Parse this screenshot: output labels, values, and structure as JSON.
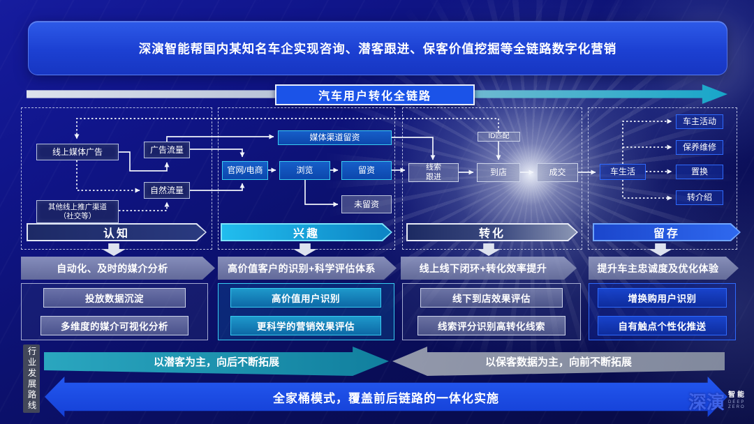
{
  "banner": {
    "title": "深演智能帮国内某知名车企实现咨询、潜客跟进、保客价值挖掘等全链路数字化营销"
  },
  "funnel_title": "汽车用户转化全链路",
  "stages": [
    {
      "label": "认知"
    },
    {
      "label": "兴趣"
    },
    {
      "label": "转化"
    },
    {
      "label": "留存"
    }
  ],
  "flow": {
    "awareness": {
      "online_media_ads": "线上媒体广告",
      "ad_traffic": "广告流量",
      "organic_traffic": "自然流量",
      "other_channels_line1": "其他线上推广渠道",
      "other_channels_line2": "（社交等）"
    },
    "interest": {
      "media_channel_leads": "媒体渠道留资",
      "official_site": "官网/电商",
      "browse": "浏览",
      "leads": "留资",
      "no_leads": "未留资"
    },
    "conversion": {
      "lead_followup_line1": "线索",
      "lead_followup_line2": "跟进",
      "id_match": "ID匹配",
      "store_visit": "到店",
      "deal": "成交"
    },
    "retention": {
      "car_life": "车生活",
      "owner_events": "车主活动",
      "maintenance": "保养维修",
      "replacement": "置换",
      "referral": "转介绍"
    }
  },
  "summaries": [
    {
      "header": "自动化、及时的媒介分析",
      "items": [
        "投放数据沉淀",
        "多维度的媒介可视化分析"
      ]
    },
    {
      "header": "高价值客户的识别+科学评估体系",
      "items": [
        "高价值用户识别",
        "更科学的营销效果评估"
      ]
    },
    {
      "header": "线上线下闭环+转化效率提升",
      "items": [
        "线下到店效果评估",
        "线索评分识别高转化线索"
      ]
    },
    {
      "header": "提升车主忠诚度及优化体验",
      "items": [
        "增换购用户识别",
        "自有触点个性化推送"
      ]
    }
  ],
  "roadmap": {
    "axis_label": "行业发展路线",
    "prospect_arrow": "以潜客为主，向后不断拓展",
    "customer_arrow": "以保客数据为主，向前不断拓展",
    "full_arrow": "全家桶模式，覆盖前后链路的一体化实施"
  },
  "logo": {
    "brand": "深演",
    "sub": "智能",
    "en_line1": "DEEP",
    "en_line2": "ZERO"
  },
  "colors": {
    "accent_teal": "#17a6c9",
    "title_blue": "#1b53e8",
    "retention_blue": "#2f6bff",
    "banner_blue": "#1c40d2"
  }
}
